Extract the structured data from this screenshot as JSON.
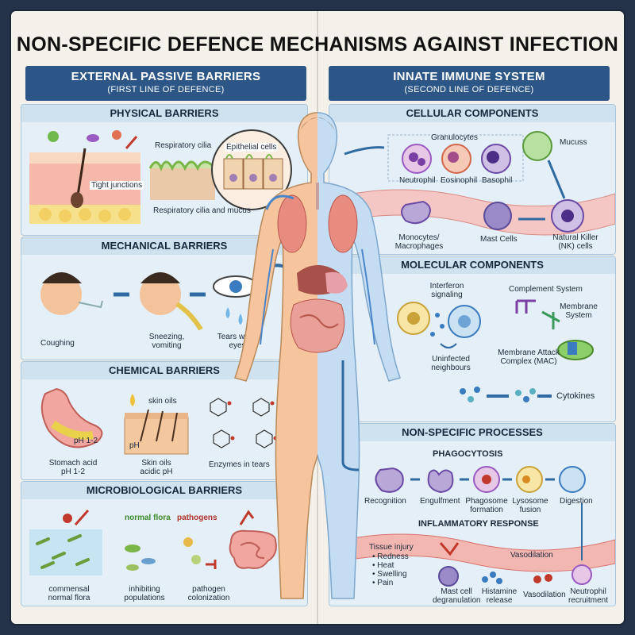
{
  "title": "NON-SPECIFIC DEFENCE MECHANISMS AGAINST INFECTION",
  "left_column": {
    "heading": "EXTERNAL PASSIVE BARRIERS",
    "subheading": "(FIRST LINE OF DEFENCE)",
    "physical": {
      "title": "PHYSICAL BARRIERS",
      "labels": [
        "Respiratory cilia",
        "Epithelial cells",
        "Tight junctions",
        "Respiratory cilia and mucus"
      ]
    },
    "mechanical": {
      "title": "MECHANICAL BARRIERS",
      "labels": [
        "Coughing",
        "Sneezing, vomiting",
        "Tears wash eyes"
      ]
    },
    "chemical": {
      "title": "CHEMICAL BARRIERS",
      "labels": [
        "skin oils",
        "pH 1-2",
        "pH",
        "Stomach acid pH 1-2",
        "Skin oils acidic pH",
        "Enzymes in tears"
      ]
    },
    "microbiological": {
      "title": "MICROBIOLOGICAL BARRIERS",
      "labels": [
        "normal flora",
        "pathogens",
        "commensal normal flora",
        "inhibiting populations",
        "pathogen colonization"
      ]
    }
  },
  "right_column": {
    "heading": "INNATE IMMUNE SYSTEM",
    "subheading": "(SECOND LINE OF DEFENCE)",
    "cellular": {
      "title": "CELLULAR COMPONENTS",
      "group_label": "Granulocytes",
      "labels": [
        "Neutrophil",
        "Eosinophil",
        "Basophil",
        "Mucuss",
        "Monocytes/ Macrophages",
        "Mast Cells",
        "Natural Killer (NK) cells"
      ]
    },
    "molecular": {
      "title": "MOLECULAR COMPONENTS",
      "labels": [
        "Interferon signaling",
        "Uninfected neighbours",
        "Complement System",
        "Membrane System",
        "Membrane Attack Complex (MAC)",
        "Cytokines"
      ]
    },
    "processes": {
      "title": "NON-SPECIFIC PROCESSES",
      "phagocytosis_title": "PHAGOCYTOSIS",
      "phagocytosis_steps": [
        "Recognition",
        "Engulfment",
        "Phagosome formation",
        "Lysosome fusion",
        "Digestion"
      ],
      "inflammatory_title": "INFLAMMATORY RESPONSE",
      "tissue_injury": "Tissue injury",
      "signs": [
        "• Redness",
        "• Heat",
        "• Swelling",
        "• Pain"
      ],
      "labels": [
        "Vasodilation",
        "Mast cell degranulation",
        "Histamine release",
        "Vasodilation",
        "Neutrophil recruitment"
      ]
    }
  },
  "colors": {
    "header": "#2b5685",
    "panel": "#e4eff7",
    "skin": "#f6c49d",
    "innate_body": "#c5ddf2",
    "arrow": "#2f6aa3"
  }
}
